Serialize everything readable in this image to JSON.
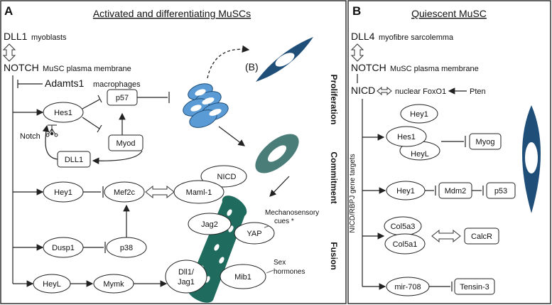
{
  "panel_a": {
    "label": "A",
    "title": "Activated and differentiating MuSCs",
    "dll1": "DLL1",
    "dll1_ctx": "myoblasts",
    "notch": "NOTCH",
    "notch_ctx": "MuSC plasma membrane",
    "adamts1": "Adamts1",
    "adamts1_ctx": "macrophages",
    "phases": {
      "proliferation": "Proliferation",
      "commitment": "Commitment",
      "fusion": "Fusion"
    },
    "nodes": {
      "hes1": "Hes1",
      "p57": "p57",
      "myod": "Myod",
      "dll1_box": "DLL1",
      "notch_loop": "Notch",
      "hey1": "Hey1",
      "mef2c": "Mef2c",
      "maml1": "Maml-1",
      "nicd": "NICD",
      "dusp1": "Dusp1",
      "p38": "p38",
      "heyl": "HeyL",
      "mymk": "Mymk",
      "jag2": "Jag2",
      "yap": "YAP",
      "dll1jag1_1": "Dll1/",
      "dll1jag1_2": "Jag1",
      "mib1": "Mib1",
      "b_ref": "(B)",
      "mech_1": "Mechanosensory",
      "mech_2": "cues *",
      "sex_1": "Sex",
      "sex_2": "hormones"
    }
  },
  "panel_b": {
    "label": "B",
    "title": "Quiescent MuSC",
    "dll4": "DLL4",
    "dll4_ctx": "myofibre sarcolemma",
    "notch": "NOTCH",
    "notch_ctx": "MuSC plasma membrane",
    "nicd": "NICD",
    "foxo1": "nuclear FoxO1",
    "pten": "Pten",
    "vertical_label": "NICD/RBPJ gene targets",
    "nodes": {
      "hey1_top": "Hey1",
      "hes1": "Hes1",
      "heyl": "HeyL",
      "myog": "Myog",
      "hey1": "Hey1",
      "mdm2": "Mdm2",
      "p53": "p53",
      "col5a3": "Col5a3",
      "col5a1": "Col5a1",
      "calcr": "CalcR",
      "mir708": "mir-708",
      "tensin3": "Tensin-3"
    }
  },
  "colors": {
    "light_blue": "#5b9bd5",
    "dark_blue": "#1f4e79",
    "teal_gray": "#4a7c78",
    "fibre_green": "#1f6b5e"
  }
}
